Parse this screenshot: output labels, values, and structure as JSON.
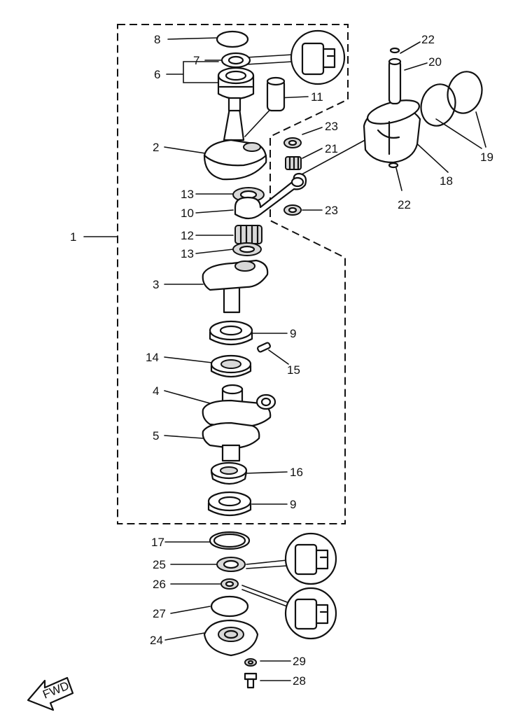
{
  "parts": [
    {
      "id": "p1",
      "label": "1"
    },
    {
      "id": "p2",
      "label": "2"
    },
    {
      "id": "p3",
      "label": "3"
    },
    {
      "id": "p4",
      "label": "4"
    },
    {
      "id": "p5",
      "label": "5"
    },
    {
      "id": "p6",
      "label": "6"
    },
    {
      "id": "p7",
      "label": "7"
    },
    {
      "id": "p8",
      "label": "8"
    },
    {
      "id": "p9a",
      "label": "9"
    },
    {
      "id": "p9b",
      "label": "9"
    },
    {
      "id": "p10",
      "label": "10"
    },
    {
      "id": "p11",
      "label": "11"
    },
    {
      "id": "p12",
      "label": "12"
    },
    {
      "id": "p13a",
      "label": "13"
    },
    {
      "id": "p13b",
      "label": "13"
    },
    {
      "id": "p14",
      "label": "14"
    },
    {
      "id": "p15",
      "label": "15"
    },
    {
      "id": "p16",
      "label": "16"
    },
    {
      "id": "p17",
      "label": "17"
    },
    {
      "id": "p18",
      "label": "18"
    },
    {
      "id": "p19",
      "label": "19"
    },
    {
      "id": "p20",
      "label": "20"
    },
    {
      "id": "p21",
      "label": "21"
    },
    {
      "id": "p22a",
      "label": "22"
    },
    {
      "id": "p22b",
      "label": "22"
    },
    {
      "id": "p23a",
      "label": "23"
    },
    {
      "id": "p23b",
      "label": "23"
    },
    {
      "id": "p24",
      "label": "24"
    },
    {
      "id": "p25",
      "label": "25"
    },
    {
      "id": "p26",
      "label": "26"
    },
    {
      "id": "p27",
      "label": "27"
    },
    {
      "id": "p28",
      "label": "28"
    },
    {
      "id": "p29",
      "label": "29"
    }
  ],
  "fwd_marker": {
    "label": "FWD",
    "icon": "fwd-arrow-icon"
  }
}
